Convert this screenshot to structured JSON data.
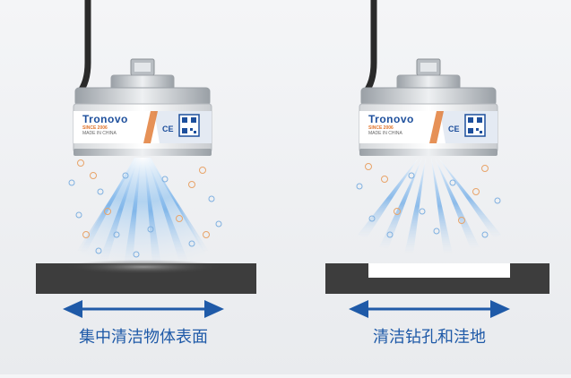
{
  "panels": [
    {
      "id": "left",
      "caption": "集中清洁物体表面",
      "device": {
        "brand": "Tronovo",
        "since": "SINCE 2006",
        "made": "MADE IN CHINA",
        "mark": "CE"
      }
    },
    {
      "id": "right",
      "caption": "清洁钻孔和洼地",
      "device": {
        "brand": "Tronovo",
        "since": "SINCE 2006",
        "made": "MADE IN CHINA",
        "mark": "CE"
      }
    }
  ],
  "colors": {
    "accent": "#1f5aa8",
    "brand_orange": "#e0752d",
    "surface": "#3d3d3d"
  },
  "icons": [
    "double-arrow-icon",
    "qr-code-icon"
  ]
}
